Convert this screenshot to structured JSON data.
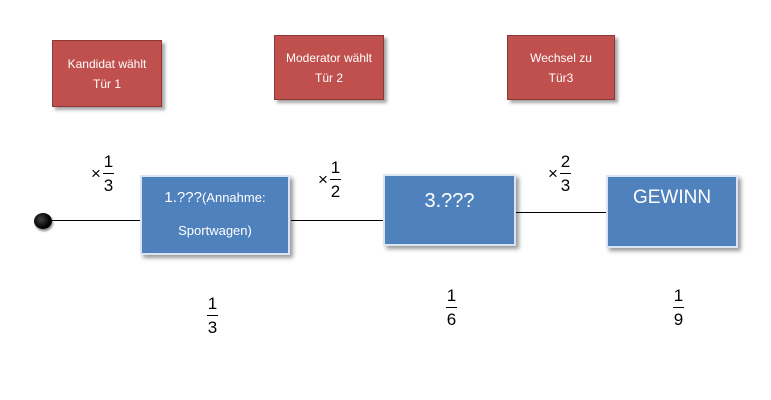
{
  "step_boxes": [
    {
      "label": "Kandidat wählt Tür 1"
    },
    {
      "label": "Moderator wählt Tür 2"
    },
    {
      "label": "Wechsel zu Tür3"
    }
  ],
  "nodes": [
    {
      "main": "1.???",
      "sub": "(Annahme:",
      "sub2": "Sportwagen)"
    },
    {
      "main": "3.???"
    },
    {
      "main": "GEWINN"
    }
  ],
  "factors": [
    {
      "sign": "×",
      "num": "1",
      "den": "3"
    },
    {
      "sign": "×",
      "num": "1",
      "den": "2"
    },
    {
      "sign": "×",
      "num": "2",
      "den": "3"
    }
  ],
  "probabilities": [
    {
      "num": "1",
      "den": "3"
    },
    {
      "num": "1",
      "den": "6"
    },
    {
      "num": "1",
      "den": "9"
    }
  ],
  "colors": {
    "step_box": "#c0504d",
    "node_box": "#4f81bd"
  }
}
